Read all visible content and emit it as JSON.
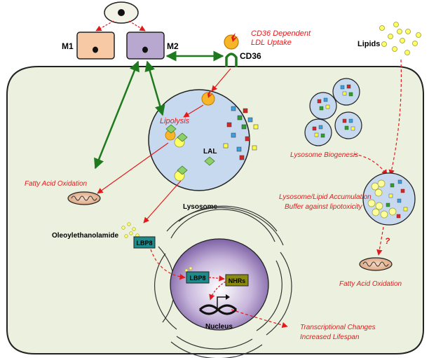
{
  "labels": {
    "m1": "M1",
    "m2": "M2",
    "cd36": "CD36",
    "cd36_uptake_line1": "CD36 Dependent",
    "cd36_uptake_line2": "LDL Uptake",
    "lipids": "Lipids",
    "lipolysis": "Lipolysis",
    "lal": "LAL",
    "lysosome": "Lysosome",
    "fao_left": "Fatty Acid Oxidation",
    "lysosome_biogenesis": "Lysosome Biogenesis",
    "accumulation_line1": "Lysosome/Lipid Accumulation",
    "accumulation_line2": "Buffer against lipotoxicity",
    "question": "?",
    "fao_right": "Fatty Acid Oxidation",
    "oleoylethanolamide": "Oleoylethanolamide",
    "lbp8_outer": "LBP8",
    "lbp8_inner": "LBP8",
    "nhrs": "NHRs",
    "nucleus": "Nucleus",
    "transcription_line1": "Transcriptional Changes",
    "transcription_line2": "Increased Lifespan"
  },
  "colors": {
    "cell_fill": "#ebf1de",
    "lysosome_fill": "#c6d9ef",
    "m1_fill": "#f8c9a5",
    "m2_fill": "#b8a8d0",
    "green_arrow": "#1f7a1f",
    "red_arrow": "#e31a1c",
    "lipid_yellow": "#ffff66",
    "lbp8_fill": "#1f8a8a",
    "nhrs_fill": "#8a8a10"
  },
  "icons": [
    "ldl-particle-icon",
    "mitochondrion-icon",
    "dna-helix-icon",
    "transcription-arrow-icon",
    "lipid-droplet-icon"
  ]
}
